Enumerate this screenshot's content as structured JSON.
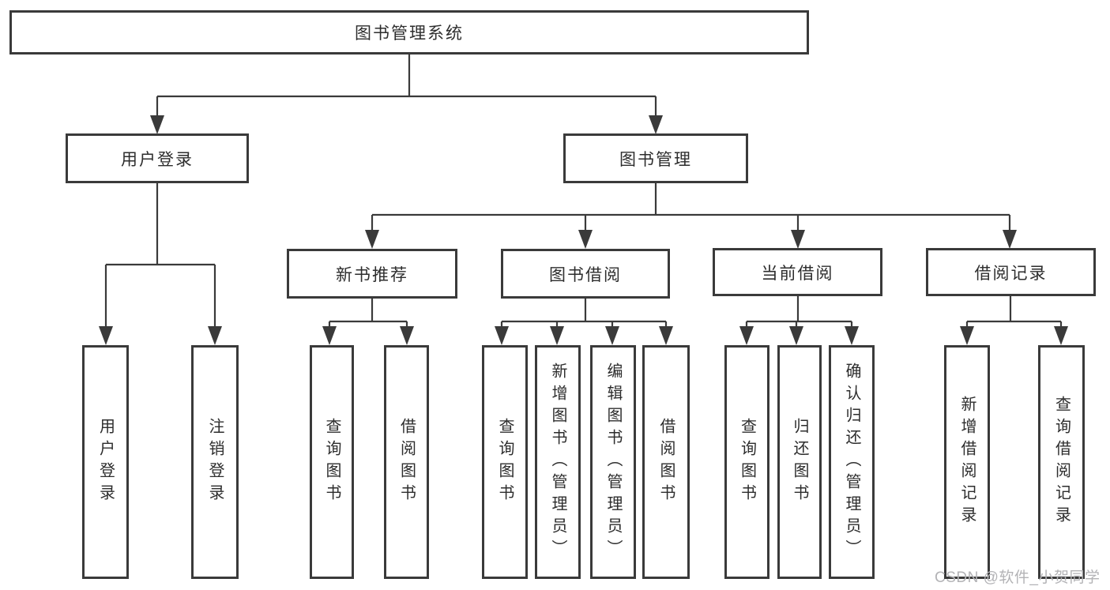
{
  "nodes": {
    "root": {
      "label": "图书管理系统"
    },
    "user_login": {
      "label": "用户登录"
    },
    "book_mgmt": {
      "label": "图书管理"
    },
    "new_book_rec": {
      "label": "新书推荐"
    },
    "book_borrow": {
      "label": "图书借阅"
    },
    "current_borrow": {
      "label": "当前借阅"
    },
    "borrow_record": {
      "label": "借阅记录"
    },
    "login": {
      "label": "用户登录"
    },
    "logout": {
      "label": "注销登录"
    },
    "rec_query_book": {
      "label": "查询图书"
    },
    "rec_borrow_book": {
      "label": "借阅图书"
    },
    "bor_query_book": {
      "label": "查询图书"
    },
    "bor_add_book": {
      "label": "新增图书（管理员）"
    },
    "bor_edit_book": {
      "label": "编辑图书（管理员）"
    },
    "bor_borrow_book": {
      "label": "借阅图书"
    },
    "cur_query_book": {
      "label": "查询图书"
    },
    "cur_return_book": {
      "label": "归还图书"
    },
    "cur_confirm_return": {
      "label": "确认归还（管理员）"
    },
    "brec_add_record": {
      "label": "新增借阅记录"
    },
    "brec_query_record": {
      "label": "查询借阅记录"
    }
  },
  "watermark": {
    "label": "CSDN @软件_小贺同学"
  },
  "colors": {
    "line": "#3a3a3a",
    "text": "#2d2d2d",
    "watermark": "#b3b3b6",
    "background": "#ffffff"
  }
}
